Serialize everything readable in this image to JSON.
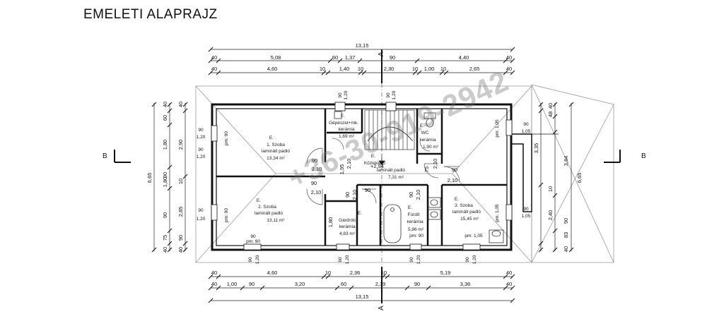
{
  "title": "EMELETI ALAPRAJZ",
  "watermark": "+36-30-919-2942",
  "section_marks": {
    "a": "A",
    "b": "B"
  },
  "dims_top": {
    "overall": "13,15",
    "row1": [
      "40",
      "5,08",
      "60",
      "1,37",
      "90",
      "4,40",
      "40"
    ],
    "row2": [
      "40",
      "4,60",
      "10",
      "1,40",
      "10",
      "2,30",
      "10",
      "1,00",
      "10",
      "2,65",
      "40"
    ]
  },
  "dims_bottom": {
    "row1": [
      "40",
      "4,60",
      "10",
      "2,36",
      "10",
      "5,19",
      "40"
    ],
    "row2": [
      "40",
      "1,00",
      "90",
      "3,20",
      "60",
      "2,39",
      "90",
      "3,36",
      "40"
    ],
    "overall": "13,15"
  },
  "dims_left": {
    "overall": "6,65",
    "row1": [
      "40",
      "60",
      "1,80",
      "90",
      "1,80",
      "90",
      "75",
      "40"
    ],
    "row2": [
      "40",
      "2,90",
      "10",
      "2,85",
      "90",
      "40"
    ]
  },
  "dims_right": {
    "overall": "6,65",
    "row1": [
      "48",
      "40",
      "3,35",
      "3,64",
      "2,40",
      "90",
      "83",
      "40"
    ],
    "row2": [
      "10"
    ]
  },
  "openings": {
    "w90": "90",
    "w120": "1,20",
    "w60": "60",
    "w210": "2,10",
    "w195": "1,95",
    "w75": "75",
    "sill_90": "pm: 90",
    "sill_105": "pm: 1,05",
    "w105": "1,05",
    "w180": "1,80"
  },
  "rooms": [
    {
      "id": "E.",
      "name": "1. Szoba",
      "floor": "laminált padló",
      "area": "13,34 m²"
    },
    {
      "id": "E.",
      "name": "2. Szoba",
      "floor": "laminált padló",
      "area": "13,11 m²"
    },
    {
      "id": "E.",
      "name": "3. Szoba",
      "floor": "laminált padló",
      "area": "15,45 m²"
    },
    {
      "id": "E.",
      "name": "Gardrób",
      "floor": "kerámia",
      "area": "4,83 m²"
    },
    {
      "id": "E.",
      "name": "Fürdő",
      "floor": "kerámia",
      "area": "5,86 m²"
    },
    {
      "id": "E.",
      "name": "WC",
      "floor": "kerámia",
      "area": "1,90 m²"
    },
    {
      "id": "E.",
      "name": "Közlekedő",
      "floor": "laminált padló",
      "area": "7,31 m²"
    },
    {
      "id": "E.",
      "name": "Gépészet+mk.",
      "floor": "kerámia",
      "area": "1,69 m²"
    }
  ],
  "level_mark": "+2,94"
}
